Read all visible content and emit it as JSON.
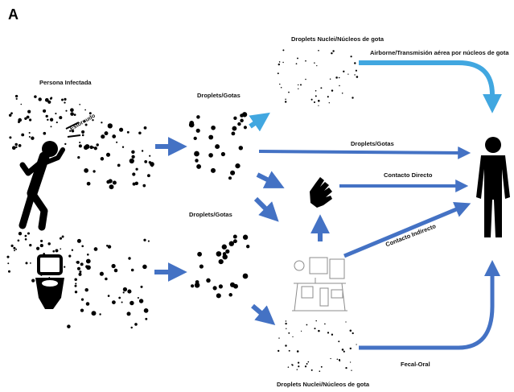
{
  "panel_letter": "A",
  "labels": {
    "infected_person": "Persona Infectada",
    "sneeze": "Estornudo",
    "droplets_upper": "Droplets/Gotas",
    "droplets_lower": "Droplets/Gotas",
    "droplet_nuclei_top": "Droplets Nuclei/Núcleos de gota",
    "droplet_nuclei_bottom": "Droplets Nuclei/Núcleos de gota",
    "airborne": "Airborne/Transmisión aérea por núcleos de gota",
    "droplets_route": "Droplets/Gotas",
    "direct_contact": "Contacto Directo",
    "indirect_contact": "Contacto Indirecto",
    "fecal_oral": "Fecal-Oral"
  },
  "icons": [
    "sneezing-person-icon",
    "toilet-icon",
    "hand-icon",
    "surfaces-icon",
    "standing-person-icon"
  ],
  "colors": {
    "arrow_dark": "#4472c4",
    "arrow_light": "#41a7e0",
    "ink": "#000000"
  }
}
